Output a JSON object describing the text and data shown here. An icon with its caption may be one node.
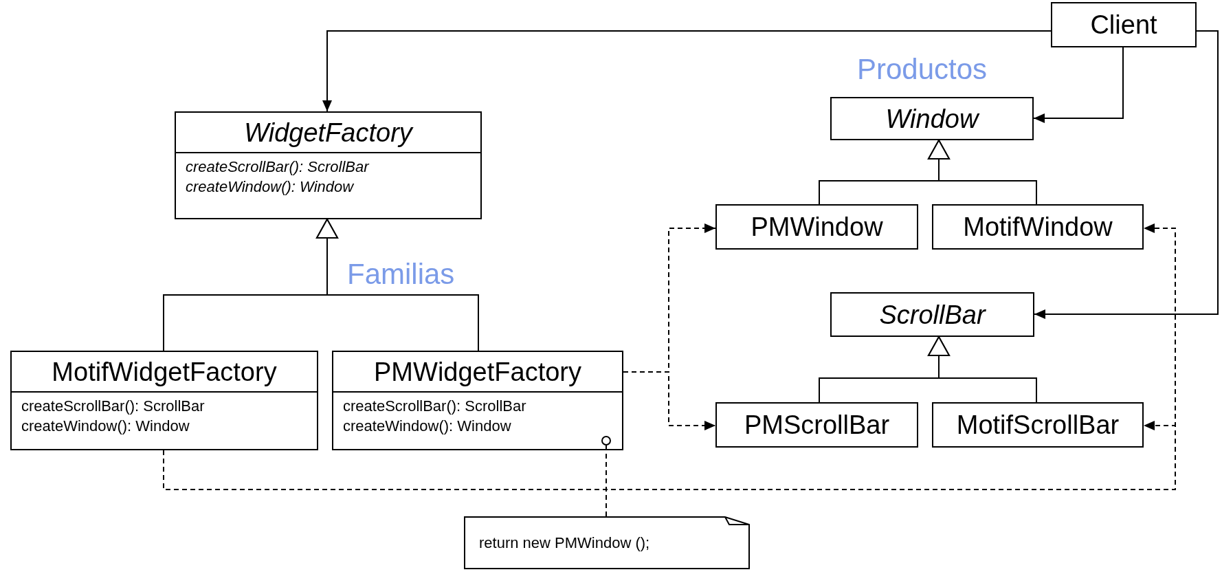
{
  "diagram": {
    "nodes": [
      {
        "text": [
          "Client"
        ]
      },
      {
        "text": [
          "WidgetFactory",
          "createScrollBar(): ScrollBar",
          "createWindow(): Window"
        ]
      },
      {
        "text": [
          "MotifWidgetFactory",
          "createScrollBar(): ScrollBar",
          "createWindow(): Window"
        ]
      },
      {
        "text": [
          "PMWidgetFactory",
          "createScrollBar(): ScrollBar",
          "createWindow(): Window"
        ]
      },
      {
        "text": [
          "Window"
        ]
      },
      {
        "text": [
          "PMWindow"
        ]
      },
      {
        "text": [
          "MotifWindow"
        ]
      },
      {
        "text": [
          "ScrollBar"
        ]
      },
      {
        "text": [
          "PMScrollBar"
        ]
      },
      {
        "text": [
          "MotifScrollBar"
        ]
      },
      {
        "text": [
          "return new PMWindow ();"
        ]
      }
    ],
    "edges": [
      {
        "from": 0,
        "to": 1,
        "arrow": "to"
      },
      {
        "from": 0,
        "to": 4,
        "arrow": "to"
      },
      {
        "from": 0,
        "to": 7,
        "arrow": "to"
      },
      {
        "from": 2,
        "to": 1,
        "arrow": "to"
      },
      {
        "from": 3,
        "to": 1,
        "arrow": "to"
      },
      {
        "from": 5,
        "to": 4,
        "arrow": "to"
      },
      {
        "from": 6,
        "to": 4,
        "arrow": "to"
      },
      {
        "from": 8,
        "to": 7,
        "arrow": "to"
      },
      {
        "from": 9,
        "to": 7,
        "arrow": "to"
      },
      {
        "from": 3,
        "to": 5,
        "arrow": "to",
        "style": "dashed"
      },
      {
        "from": 3,
        "to": 8,
        "arrow": "to",
        "style": "dashed"
      },
      {
        "from": 2,
        "to": 6,
        "arrow": "to",
        "style": "dashed"
      },
      {
        "from": 2,
        "to": 9,
        "arrow": "to",
        "style": "dashed"
      },
      {
        "from": 10,
        "to": 3,
        "arrow": "other",
        "style": "dashed"
      }
    ],
    "labels": [
      "Productos",
      "Familias"
    ]
  }
}
